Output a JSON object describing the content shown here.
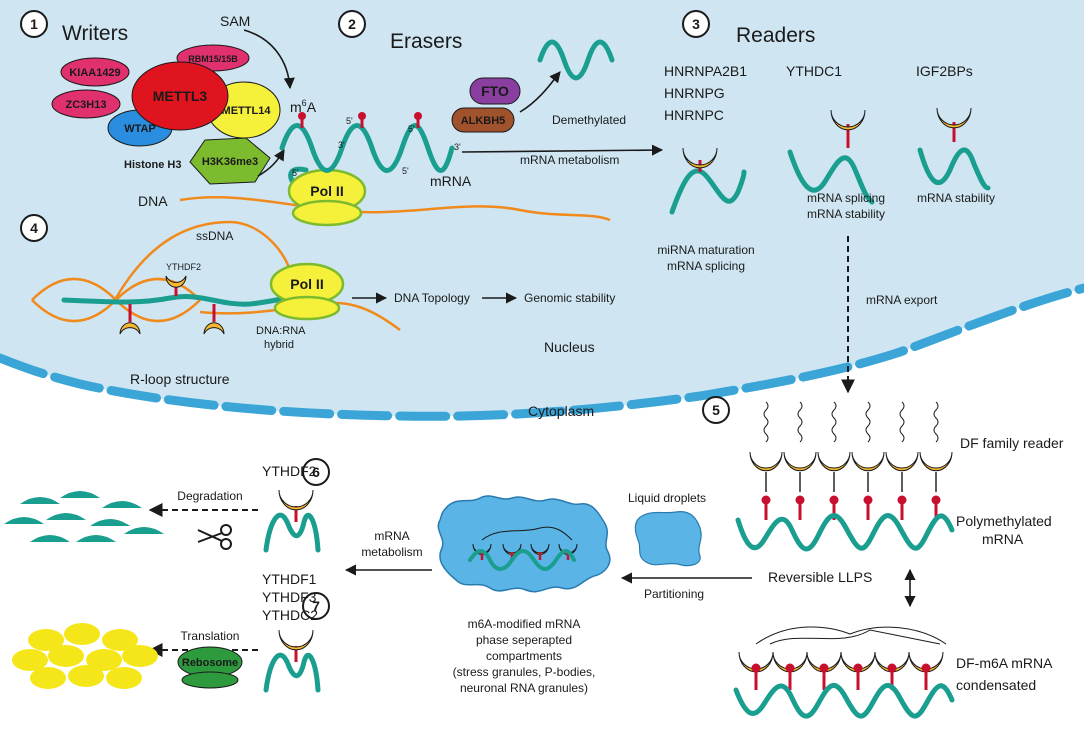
{
  "panels": {
    "p1": {
      "num": "1",
      "title": "Writers"
    },
    "p2": {
      "num": "2",
      "title": "Erasers"
    },
    "p3": {
      "num": "3",
      "title": "Readers"
    },
    "p4": {
      "num": "4"
    },
    "p5": {
      "num": "5"
    },
    "p6": {
      "num": "6"
    },
    "p7": {
      "num": "7"
    }
  },
  "writers": {
    "sam": "SAM",
    "kiaa1429": "KIAA1429",
    "rbm15": "RBM15/15B",
    "zc3h13": "ZC3H13",
    "mettl3": "METTL3",
    "wtap": "WTAP",
    "mettl14": "METTL14",
    "histone": "Histone H3",
    "h3k36": "H3K36me3",
    "dna": "DNA",
    "m6a_base": "m",
    "m6a_sup": "6",
    "m6a_end": "A"
  },
  "transcription": {
    "pol": "Pol II",
    "mrna": "mRNA",
    "five_prime": "5'",
    "three_prime": "3'"
  },
  "erasers": {
    "fto": "FTO",
    "alkbh5": "ALKBH5",
    "demethylated": "Demethylated",
    "metabolism": "mRNA metabolism"
  },
  "readers": {
    "hnrnp_lines": [
      "HNRNPA2B1",
      "HNRNPG",
      "HNRNPC"
    ],
    "ythdc1": "YTHDC1",
    "igf2bps": "IGF2BPs",
    "hnrnp_fn1": "miRNA maturation",
    "hnrnp_fn2": "mRNA splicing",
    "ythdc1_fn1": "mRNA splicing",
    "ythdc1_fn2": "mRNA stability",
    "igf_fn": "mRNA stability",
    "export": "mRNA export"
  },
  "rloop": {
    "ssdna": "ssDNA",
    "ythdf2": "YTHDF2",
    "pol": "Pol II",
    "hybrid1": "DNA:RNA",
    "hybrid2": "hybrid",
    "topology": "DNA Topology",
    "stability": "Genomic stability",
    "structure": "R-loop structure"
  },
  "cell": {
    "nucleus": "Nucleus",
    "cytoplasm": "Cytoplasm"
  },
  "llps": {
    "df_reader": "DF family reader",
    "poly1": "Polymethylated",
    "poly2": "mRNA",
    "reversible": "Reversible LLPS",
    "cond1": "DF-m6A mRNA",
    "cond2": "condensated",
    "droplets": "Liquid droplets",
    "partitioning": "Partitioning",
    "comp_lines": [
      "m6A-modified mRNA",
      "phase seperapted",
      "compartments",
      "(stress granules, P-bodies,",
      "neuronal RNA granules)"
    ],
    "metabolism1": "mRNA",
    "metabolism2": "metabolism"
  },
  "fate": {
    "ythdf2": "YTHDF2",
    "degradation": "Degradation",
    "ythdf_lines": [
      "YTHDF1",
      "YTHDF3",
      "YTHDC2"
    ],
    "translation": "Translation",
    "ribosome": "Rebosome"
  },
  "colors": {
    "nucleus_fill": "#cfe6f2",
    "membrane": "#3aa5d6",
    "mrna": "#1a9e8f",
    "dna": "#f08a1c",
    "reader": "#f5b830",
    "mark": "#c8102e",
    "pol": "#f5f03a",
    "mettl3": "#e0141e",
    "mettl14": "#f5f03a",
    "wtap": "#2a8de0",
    "kiaa": "#e0306e",
    "h3k36": "#7cba2e",
    "fto": "#8a3fa0",
    "alkbh5": "#a0522d",
    "droplet": "#5ab4e6",
    "ribosome": "#2e9a3e",
    "product": "#f5e61a"
  },
  "icons": [
    "scissors-icon",
    "reader-protein-icon",
    "methyl-mark-icon",
    "ribosome-icon",
    "liquid-droplet-icon"
  ]
}
